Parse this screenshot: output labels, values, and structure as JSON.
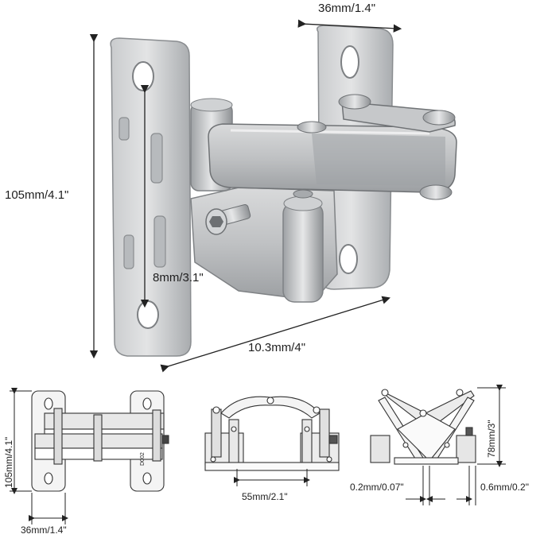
{
  "main_view": {
    "top_width_label": "36mm/1.4\"",
    "height_label": "105mm/4.1\"",
    "inner_label": "8mm/3.1\"",
    "diagonal_label": "10.3mm/4\""
  },
  "front_view": {
    "height_label": "105mm/4.1\"",
    "width_label": "36mm/1.4\"",
    "part_marking": "D002"
  },
  "top_view": {
    "width_label": "55mm/2.1\""
  },
  "side_view": {
    "height_label": "78mm/3\"",
    "left_gap_label": "0.2mm/0.07\"",
    "right_gap_label": "0.6mm/0.2\""
  },
  "colors": {
    "metal_light": "#d4d6d8",
    "metal_mid": "#b4b7ba",
    "metal_dark": "#8a8d90",
    "line": "#333333"
  }
}
